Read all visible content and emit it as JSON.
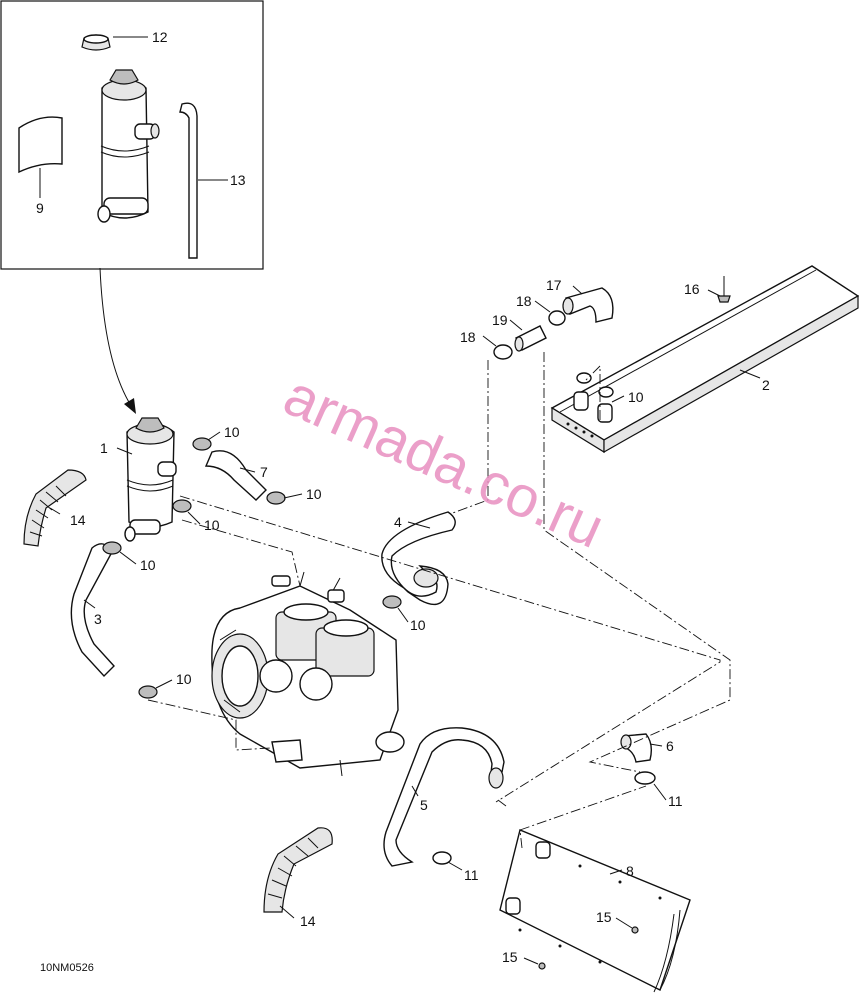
{
  "watermark": "armada.co.ru",
  "reference": "10NM0526",
  "callouts": [
    "1",
    "2",
    "3",
    "4",
    "5",
    "6",
    "7",
    "8",
    "9",
    "10",
    "11",
    "12",
    "13",
    "14",
    "15",
    "16",
    "17",
    "18",
    "19"
  ]
}
